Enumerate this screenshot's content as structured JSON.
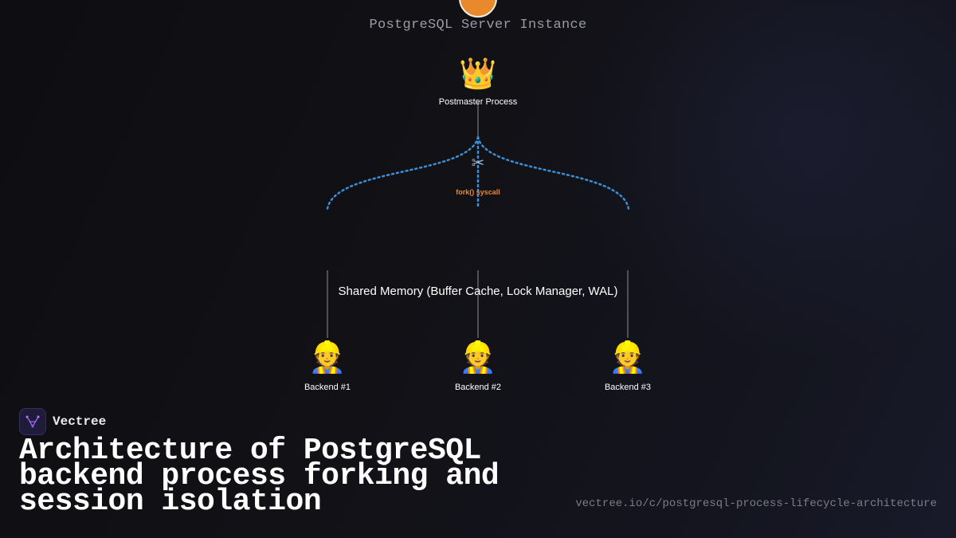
{
  "diagram": {
    "server_label": "PostgreSQL Server Instance",
    "postmaster": {
      "icon": "crown-icon",
      "emoji": "👑",
      "label": "Postmaster Process"
    },
    "fork": {
      "icon": "scissors-icon",
      "glyph": "✂",
      "label": "fork() syscall"
    },
    "shared_memory_label": "Shared Memory (Buffer Cache, Lock Manager, WAL)",
    "backends": [
      {
        "icon": "worker-icon",
        "emoji": "👷",
        "label": "Backend #1"
      },
      {
        "icon": "worker-icon",
        "emoji": "👷",
        "label": "Backend #2"
      },
      {
        "icon": "worker-icon",
        "emoji": "👷",
        "label": "Backend #3"
      }
    ],
    "colors": {
      "accent_orange": "#e88a2c",
      "fork_line_blue": "#3a8fd6",
      "connector_gray": "#7a7a7a"
    }
  },
  "brand": {
    "name": "Vectree",
    "logo_icon": "vectree-logo-icon"
  },
  "headline": "Architecture of PostgreSQL backend process forking and session isolation",
  "url": "vectree.io/c/postgresql-process-lifecycle-architecture"
}
